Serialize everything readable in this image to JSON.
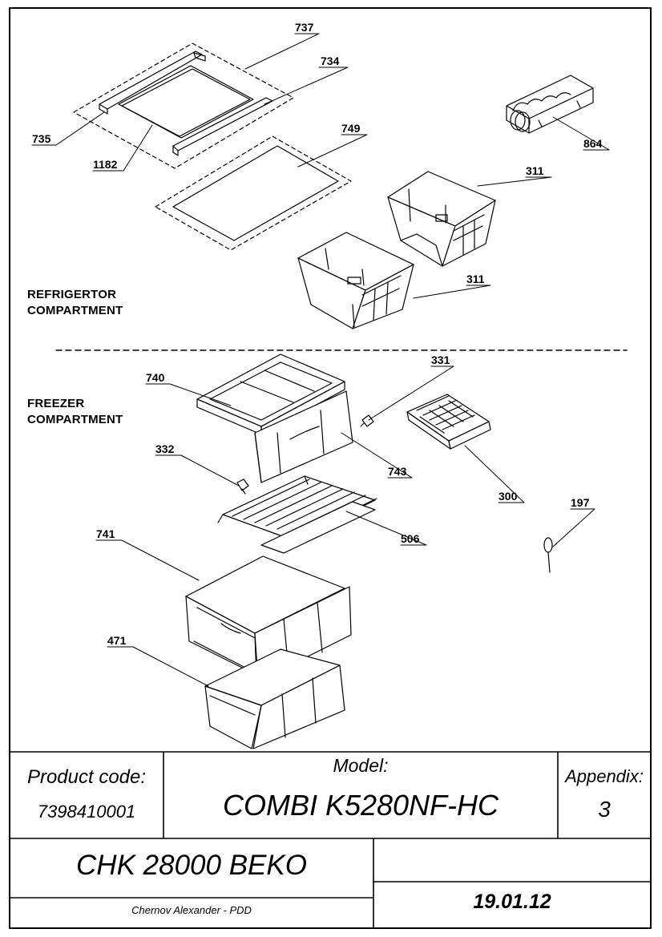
{
  "sections": {
    "refrigerator": [
      "REFRIGERTOR",
      "COMPARTMENT"
    ],
    "freezer": [
      "FREEZER",
      "COMPARTMENT"
    ]
  },
  "parts": {
    "p737": "737",
    "p734": "734",
    "p735": "735",
    "p1182": "1182",
    "p749": "749",
    "p864": "864",
    "p311a": "311",
    "p311b": "311",
    "p740": "740",
    "p331": "331",
    "p332": "332",
    "p743": "743",
    "p300": "300",
    "p197": "197",
    "p741": "741",
    "p506": "506",
    "p471": "471"
  },
  "title_block": {
    "product_code_label": "Product code:",
    "product_code": "7398410001",
    "model_label": "Model:",
    "model": "COMBI K5280NF-HC",
    "appendix_label": "Appendix:",
    "appendix": "3",
    "chassis": "CHK 28000 BEKO",
    "author": "Chernov Alexander - PDD",
    "date": "19.01.12"
  }
}
